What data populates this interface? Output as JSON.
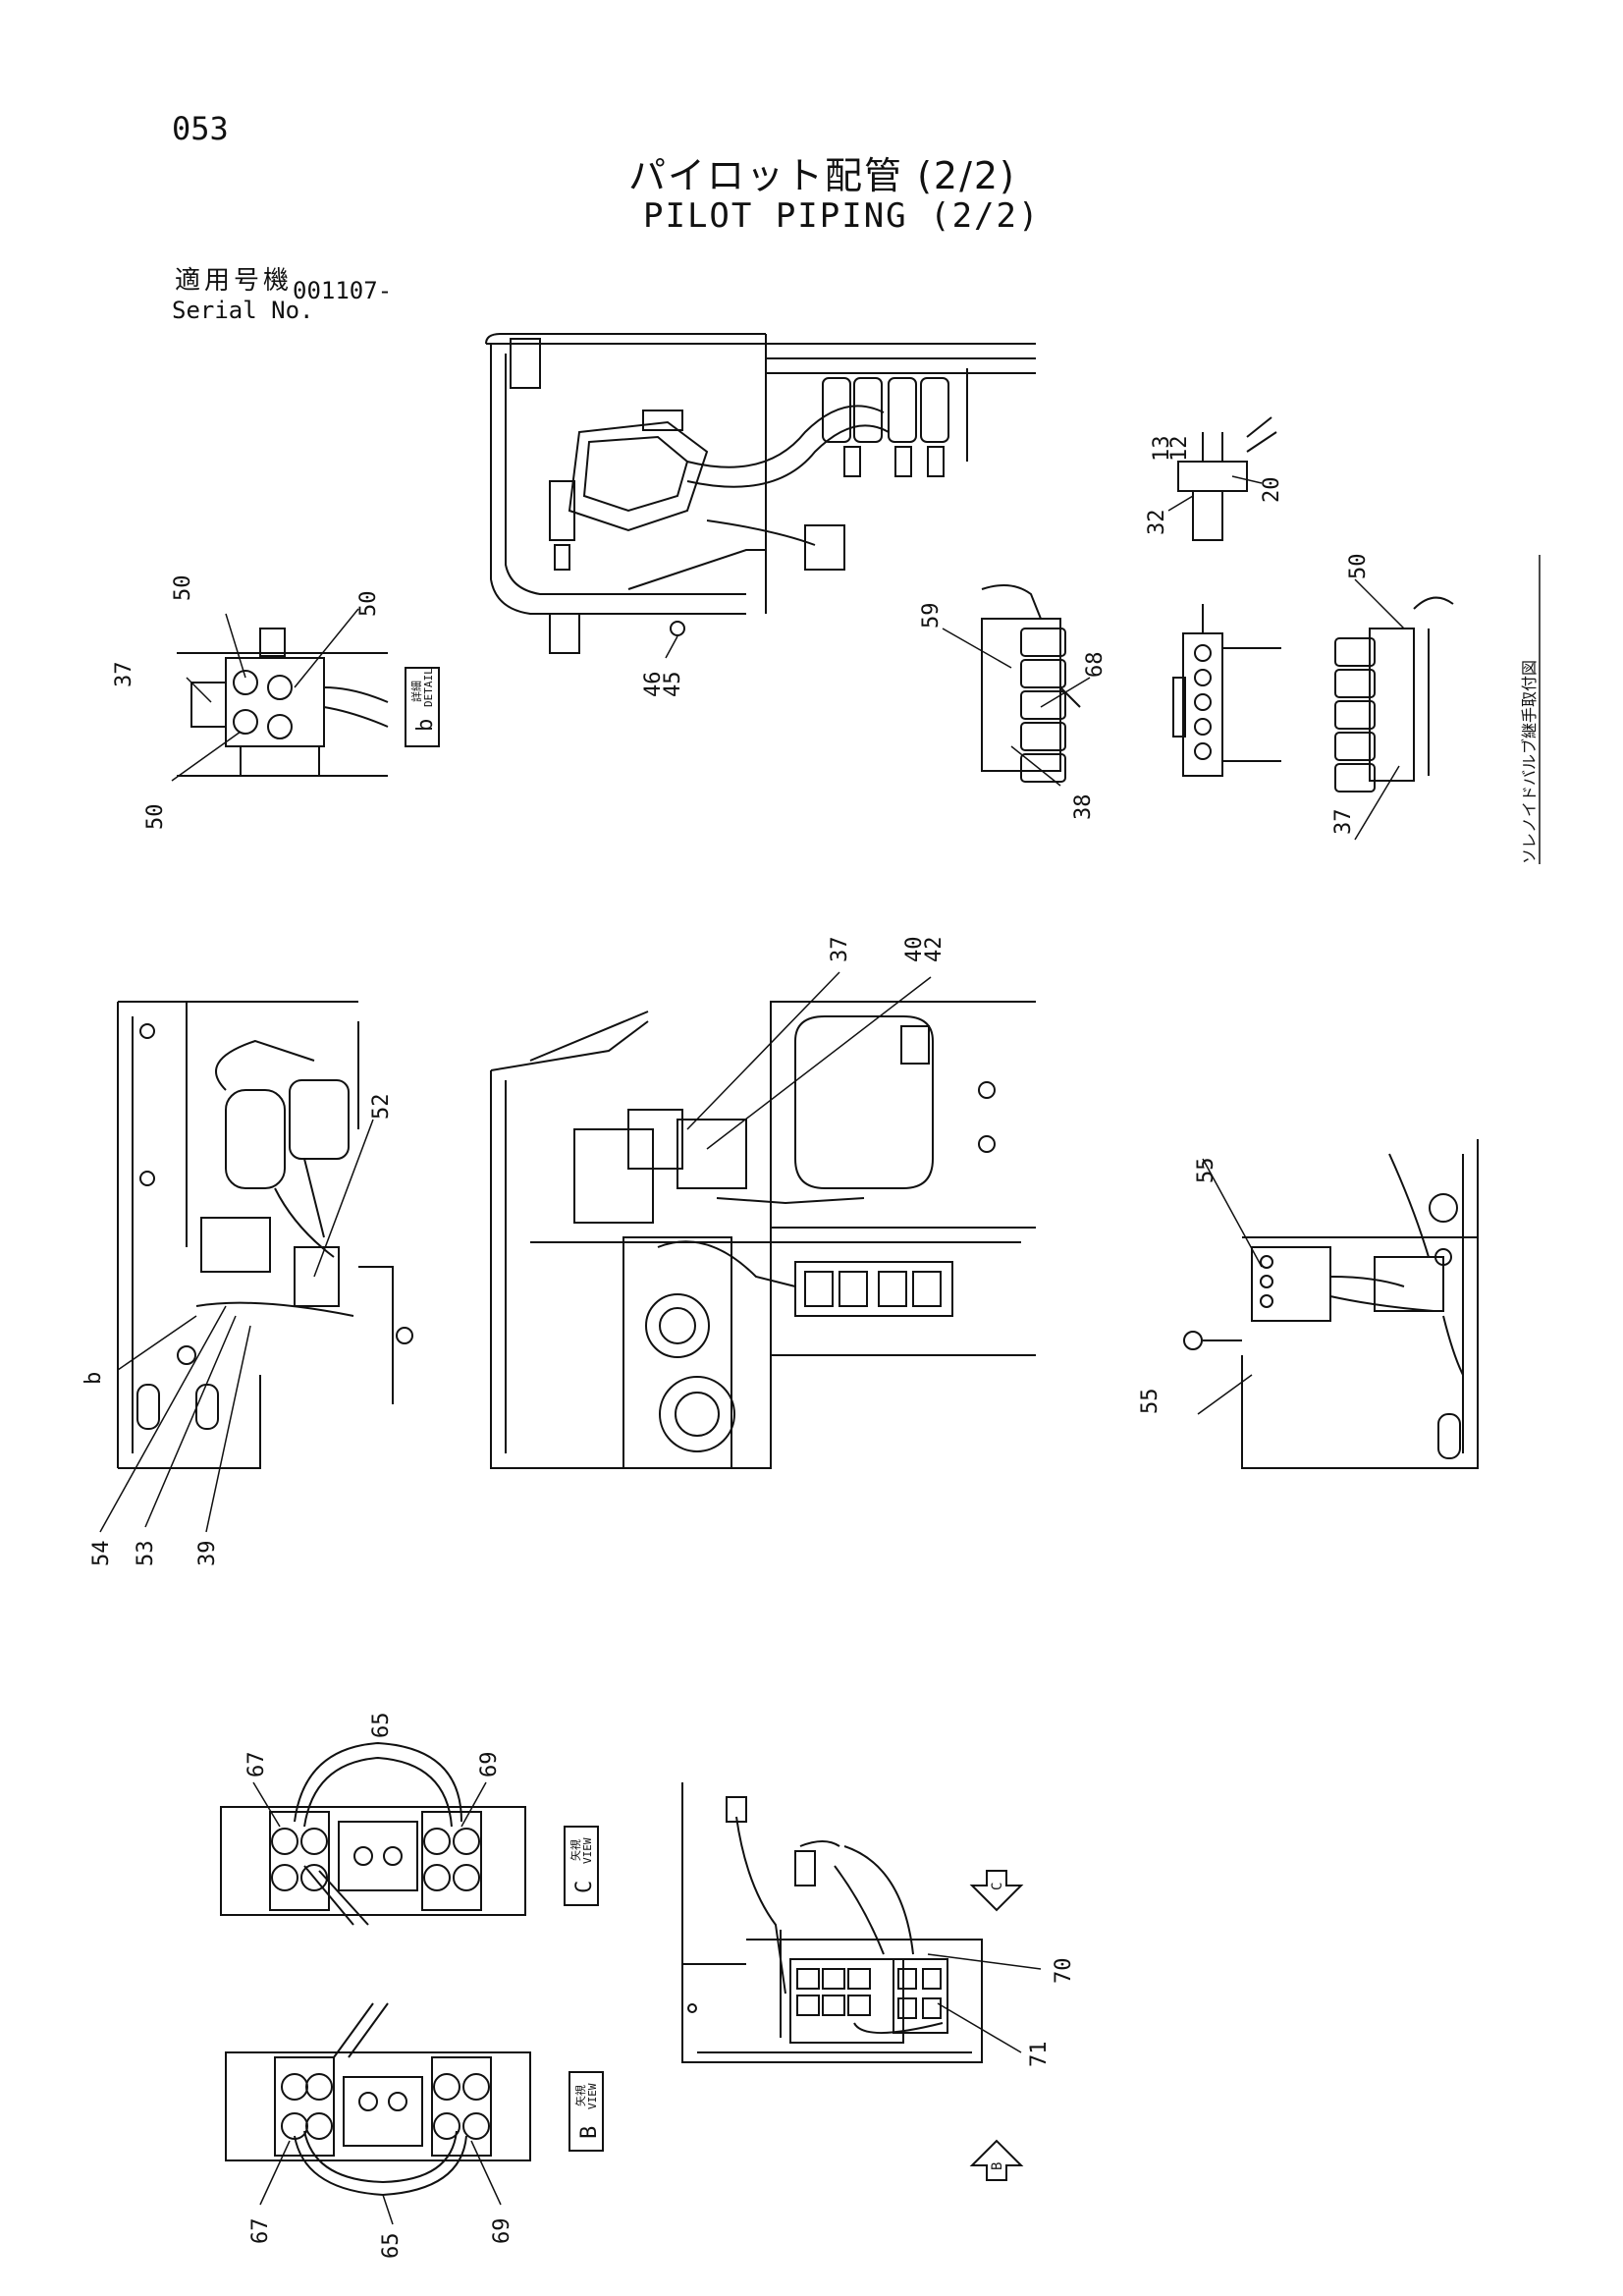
{
  "header": {
    "page_number": "053",
    "title_jp": "パイロット配管 (2/2)",
    "title_en": "PILOT PIPING (2/2)",
    "serial_label_jp": "適用号機",
    "serial_label_en": "Serial No.",
    "serial_value": "001107-"
  },
  "side_label": "ソレノイドバルブ継手取付図",
  "view_labels": {
    "detail_b_jp": "詳細",
    "detail_b_en": "DETAIL",
    "detail_b_letter": "b",
    "view_c_jp": "矢視",
    "view_c_en": "VIEW",
    "view_c_letter": "C",
    "view_b_jp": "矢視",
    "view_b_en": "VIEW",
    "view_b_letter": "B",
    "arrow_c": "C",
    "arrow_b": "B"
  },
  "callouts": {
    "c_13": "13",
    "c_12": "12",
    "c_20": "20",
    "c_32": "32",
    "c_50_top_left": "50",
    "c_50_top_right": "50",
    "c_37_left": "37",
    "c_50_bottom": "50",
    "c_46": "46",
    "c_45": "45",
    "c_59": "59",
    "c_68": "68",
    "c_38": "38",
    "c_50_right": "50",
    "c_37_right": "37",
    "c_37_mid": "37",
    "c_40": "40",
    "c_42": "42",
    "c_52": "52",
    "c_b": "b",
    "c_54": "54",
    "c_53": "53",
    "c_39": "39",
    "c_55_top": "55",
    "c_55_bottom": "55",
    "c_65_top": "65",
    "c_67_top": "67",
    "c_69_top": "69",
    "c_70": "70",
    "c_71": "71",
    "c_67_bottom": "67",
    "c_65_bottom": "65",
    "c_69_bottom": "69"
  }
}
